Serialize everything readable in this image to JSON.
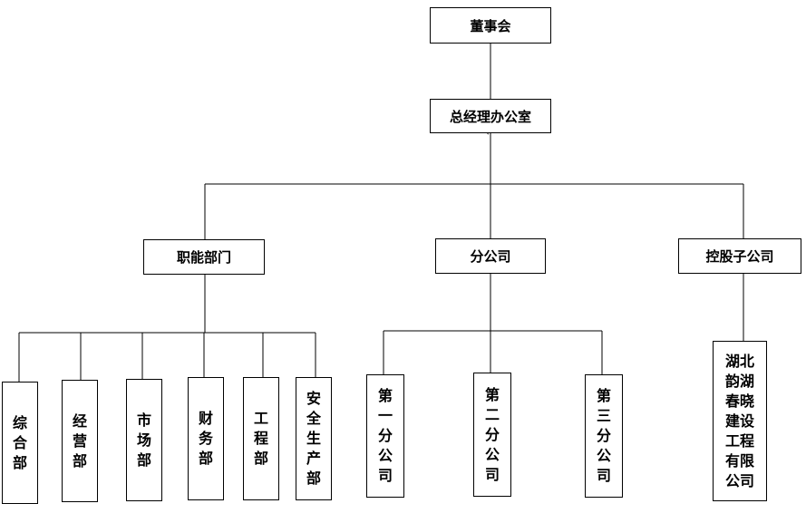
{
  "chart": {
    "board": "董事会",
    "gm_office": "总经理办公室",
    "stray_mark": "、",
    "categories": [
      "职能部门",
      "分公司",
      "控股子公司"
    ],
    "functional_departments": [
      "综合部",
      "经营部",
      "市场部",
      "财务部",
      "工程部",
      "安全生产部"
    ],
    "branches": [
      "第一分公司",
      "第二分公司",
      "第三分公司"
    ],
    "subsidiary": "湖北韵湖春晓建设工程有限公司"
  }
}
